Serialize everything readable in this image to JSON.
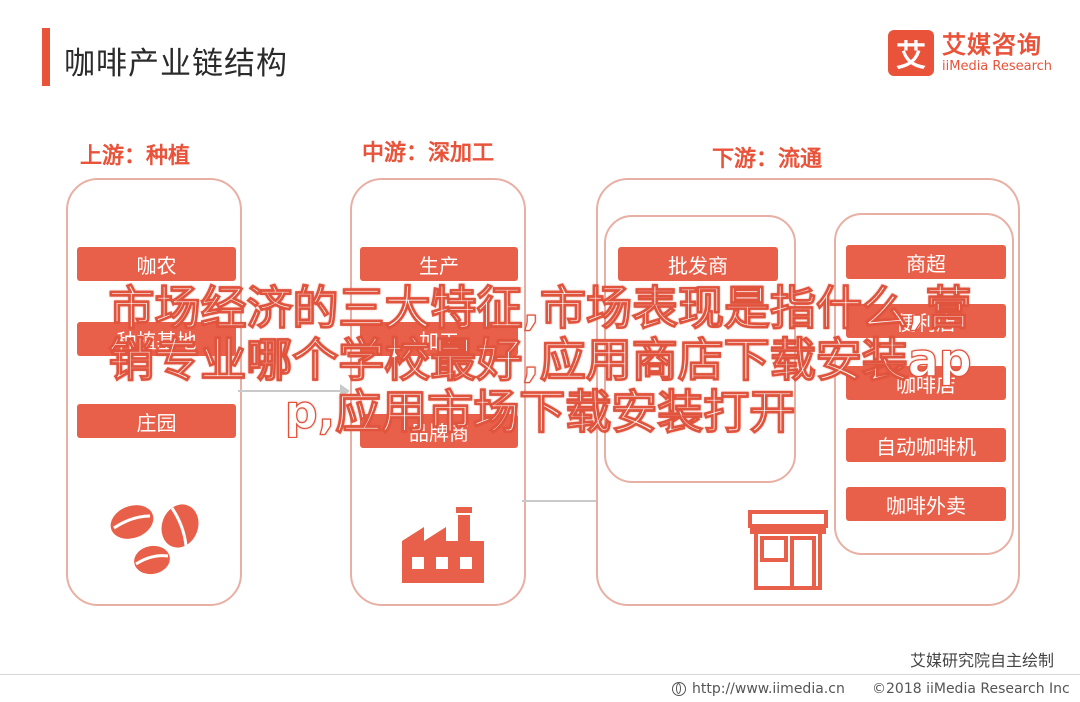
{
  "header": {
    "title": "咖啡产业链结构",
    "logo_mark": "艾",
    "logo_cn": "艾媒咨询",
    "logo_en": "iiMedia Research"
  },
  "stages": {
    "upstream": {
      "title": "上游：种植",
      "items": [
        "咖农",
        "种植基地",
        "庄园"
      ]
    },
    "midstream": {
      "title": "中游：深加工",
      "items": [
        "生产",
        "加工",
        "品牌商"
      ]
    },
    "downstream": {
      "title": "下游：流通",
      "wholesale": [
        "批发商"
      ],
      "retail": [
        "商超",
        "便利店",
        "咖啡店",
        "自动咖啡机",
        "咖啡外卖"
      ]
    }
  },
  "icons": {
    "upstream": "coffee-beans-icon",
    "midstream": "factory-icon",
    "downstream": "shop-icon"
  },
  "footer": {
    "credit": "艾媒研究院自主绘制",
    "url": "http://www.iimedia.cn",
    "copyright": "©2018  iiMedia Research  Inc"
  },
  "overlay": {
    "line1": "市场经济的三大特征,市场表现是指什么,营",
    "line2": "销专业哪个学校最好,应用商店下载安装ap",
    "line3": "p,应用市场下载安装打开"
  },
  "colors": {
    "accent": "#e8533a",
    "box": "#e9604a",
    "panel_border": "#e8b0a4"
  }
}
